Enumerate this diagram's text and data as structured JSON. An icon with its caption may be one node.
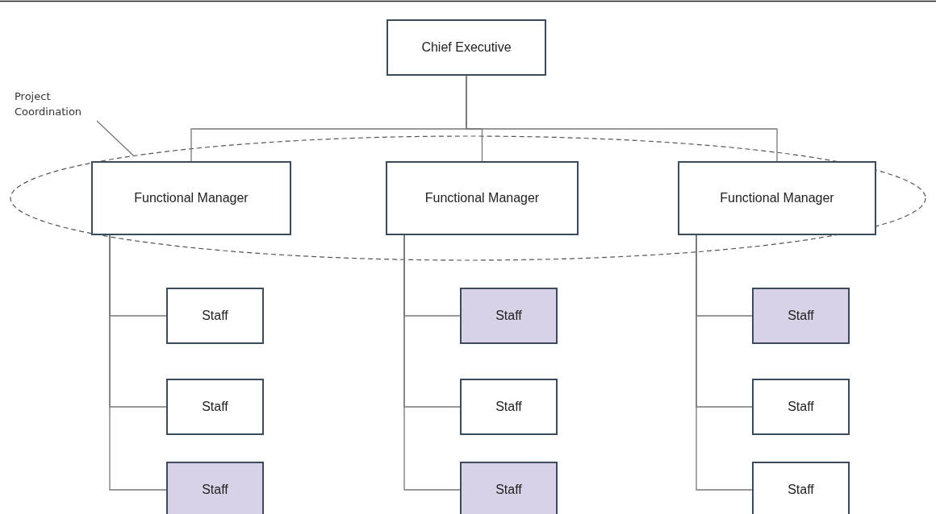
{
  "diagram": {
    "nodes": [
      {
        "text": [
          "Chief Executive"
        ]
      },
      {
        "text": [
          "Project Coordination"
        ]
      },
      {
        "text": [],
        "shape": "ellipse"
      },
      {
        "text": [
          "Functional Manager"
        ],
        "in": 2
      },
      {
        "text": [
          "Functional Manager"
        ],
        "in": 2
      },
      {
        "text": [
          "Functional Manager"
        ],
        "in": 2
      },
      {
        "text": [
          "Staff"
        ]
      },
      {
        "text": [
          "Staff"
        ]
      },
      {
        "text": [
          "Staff"
        ]
      },
      {
        "text": [
          "Staff"
        ]
      },
      {
        "text": [
          "Staff"
        ]
      },
      {
        "text": [
          "Staff"
        ]
      },
      {
        "text": [
          "Staff"
        ]
      },
      {
        "text": [
          "Staff"
        ]
      },
      {
        "text": [
          "Staff"
        ]
      }
    ],
    "edges": [
      {
        "from": 0,
        "to": 3,
        "arrow": "none"
      },
      {
        "from": 0,
        "to": 4,
        "arrow": "none"
      },
      {
        "from": 0,
        "to": 5,
        "arrow": "none"
      },
      {
        "from": 1,
        "to": 2,
        "arrow": "none"
      },
      {
        "from": 3,
        "to": 6,
        "arrow": "none"
      },
      {
        "from": 3,
        "to": 9,
        "arrow": "none"
      },
      {
        "from": 3,
        "to": 12,
        "arrow": "none"
      },
      {
        "from": 4,
        "to": 7,
        "arrow": "none"
      },
      {
        "from": 4,
        "to": 10,
        "arrow": "none"
      },
      {
        "from": 4,
        "to": 13,
        "arrow": "none"
      },
      {
        "from": 5,
        "to": 8,
        "arrow": "none"
      },
      {
        "from": 5,
        "to": 11,
        "arrow": "none"
      },
      {
        "from": 5,
        "to": 14,
        "arrow": "none"
      }
    ]
  }
}
